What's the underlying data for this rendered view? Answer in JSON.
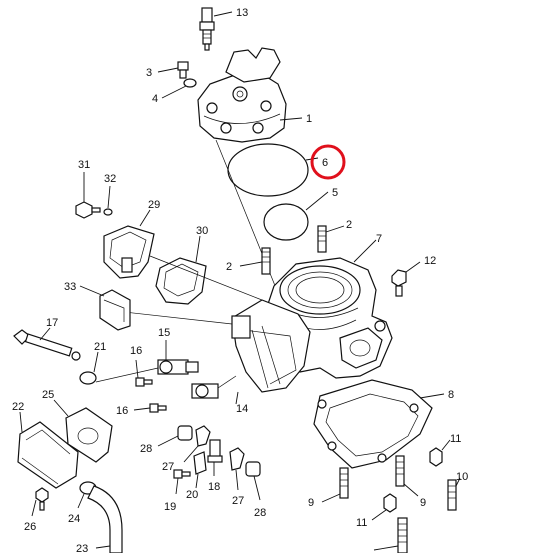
{
  "diagram": {
    "highlight_color": "#e0101c",
    "line_color": "#111111",
    "highlighted_label": "6",
    "labels": {
      "l13": "13",
      "l3": "3",
      "l4": "4",
      "l1": "1",
      "l6": "6",
      "l5": "5",
      "l31": "31",
      "l32": "32",
      "l29": "29",
      "l30": "30",
      "l2a": "2",
      "l2b": "2",
      "l7": "7",
      "l12": "12",
      "l33": "33",
      "l17": "17",
      "l21": "21",
      "l15": "15",
      "l16a": "16",
      "l16b": "16",
      "l14": "14",
      "l8": "8",
      "l22": "22",
      "l25": "25",
      "l28a": "28",
      "l27a": "27",
      "l18": "18",
      "l19": "19",
      "l20": "20",
      "l27b": "27",
      "l28b": "28",
      "l26": "26",
      "l24": "24",
      "l23": "23",
      "l11a": "11",
      "l11b": "11",
      "l9a": "9",
      "l9b": "9",
      "l10": "10"
    }
  }
}
